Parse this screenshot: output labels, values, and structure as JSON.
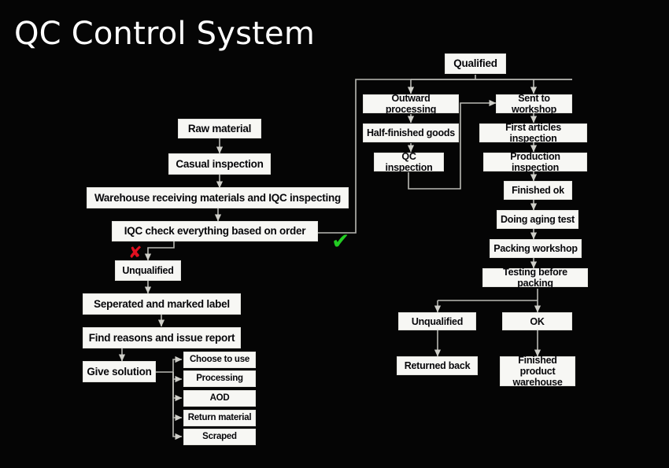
{
  "page": {
    "title": "QC Control System",
    "background_color": "#000000",
    "node_fill": "#f7f7f4",
    "node_text_color": "#07070a",
    "connector_color": "#b9b9b4",
    "reject_color": "#e01020",
    "accept_color": "#22cc22"
  },
  "marks": {
    "reject": "✘",
    "accept": "✔"
  },
  "chart_data": {
    "type": "diagram",
    "title": "QC Control System",
    "nodes": [
      {
        "id": "raw_material",
        "label": "Raw material"
      },
      {
        "id": "casual_inspection",
        "label": "Casual inspection"
      },
      {
        "id": "warehouse_receiving",
        "label": "Warehouse receiving materials and IQC inspecting"
      },
      {
        "id": "iqc_check",
        "label": "IQC check everything based on order"
      },
      {
        "id": "unqualified_left",
        "label": "Unqualified"
      },
      {
        "id": "seperated_marked",
        "label": "Seperated and marked label"
      },
      {
        "id": "find_reasons",
        "label": "Find reasons and issue report"
      },
      {
        "id": "give_solution",
        "label": "Give solution"
      },
      {
        "id": "choose_to_use",
        "label": "Choose to use"
      },
      {
        "id": "processing",
        "label": "Processing"
      },
      {
        "id": "aod",
        "label": "AOD"
      },
      {
        "id": "return_material",
        "label": "Return material"
      },
      {
        "id": "scraped",
        "label": "Scraped"
      },
      {
        "id": "qualified",
        "label": "Qualified"
      },
      {
        "id": "outward_processing",
        "label": "Outward processing"
      },
      {
        "id": "half_finished_goods",
        "label": "Half-finished goods"
      },
      {
        "id": "qc_inspection",
        "label": "QC inspection"
      },
      {
        "id": "sent_to_workshop",
        "label": "Sent to workshop"
      },
      {
        "id": "first_articles",
        "label": "First articles inspection"
      },
      {
        "id": "production_inspection",
        "label": "Production inspection"
      },
      {
        "id": "finished_ok",
        "label": "Finished ok"
      },
      {
        "id": "doing_aging_test",
        "label": "Doing aging test"
      },
      {
        "id": "packing_workshop",
        "label": "Packing workshop"
      },
      {
        "id": "testing_before_packing",
        "label": "Testing before packing"
      },
      {
        "id": "unqualified_right",
        "label": "Unqualified"
      },
      {
        "id": "ok",
        "label": "OK"
      },
      {
        "id": "returned_back",
        "label": "Returned back"
      },
      {
        "id": "finished_warehouse",
        "label": "Finished product warehouse"
      }
    ],
    "edges": [
      {
        "from": "raw_material",
        "to": "casual_inspection"
      },
      {
        "from": "casual_inspection",
        "to": "warehouse_receiving"
      },
      {
        "from": "warehouse_receiving",
        "to": "iqc_check"
      },
      {
        "from": "iqc_check",
        "to": "unqualified_left",
        "label": "✘"
      },
      {
        "from": "iqc_check",
        "to": "qualified",
        "label": "✔"
      },
      {
        "from": "unqualified_left",
        "to": "seperated_marked"
      },
      {
        "from": "seperated_marked",
        "to": "find_reasons"
      },
      {
        "from": "find_reasons",
        "to": "give_solution"
      },
      {
        "from": "give_solution",
        "to": "choose_to_use"
      },
      {
        "from": "give_solution",
        "to": "processing"
      },
      {
        "from": "give_solution",
        "to": "aod"
      },
      {
        "from": "give_solution",
        "to": "return_material"
      },
      {
        "from": "give_solution",
        "to": "scraped"
      },
      {
        "from": "qualified",
        "to": "outward_processing"
      },
      {
        "from": "qualified",
        "to": "sent_to_workshop"
      },
      {
        "from": "outward_processing",
        "to": "half_finished_goods"
      },
      {
        "from": "half_finished_goods",
        "to": "qc_inspection"
      },
      {
        "from": "qc_inspection",
        "to": "sent_to_workshop"
      },
      {
        "from": "sent_to_workshop",
        "to": "first_articles"
      },
      {
        "from": "first_articles",
        "to": "production_inspection"
      },
      {
        "from": "production_inspection",
        "to": "finished_ok"
      },
      {
        "from": "finished_ok",
        "to": "doing_aging_test"
      },
      {
        "from": "doing_aging_test",
        "to": "packing_workshop"
      },
      {
        "from": "packing_workshop",
        "to": "testing_before_packing"
      },
      {
        "from": "testing_before_packing",
        "to": "unqualified_right"
      },
      {
        "from": "testing_before_packing",
        "to": "ok"
      },
      {
        "from": "unqualified_right",
        "to": "returned_back"
      },
      {
        "from": "ok",
        "to": "finished_warehouse"
      }
    ]
  }
}
